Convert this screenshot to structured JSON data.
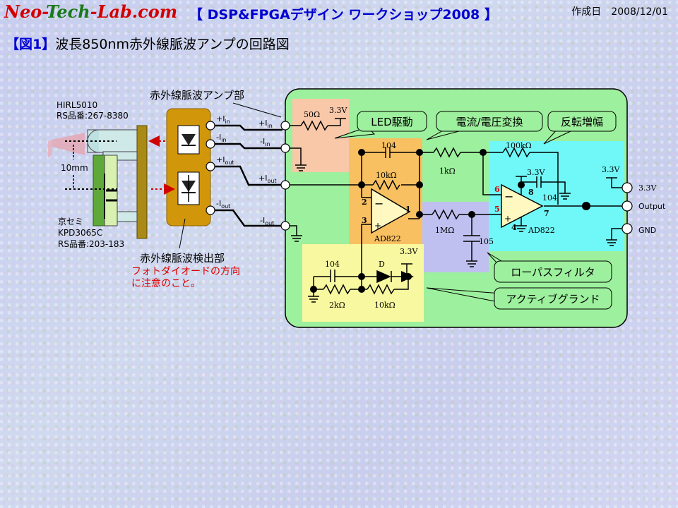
{
  "header": {
    "logo_part1": "Neo-",
    "logo_part2": "Tech",
    "logo_part3": "-Lab.com",
    "workshop": "【 DSP&FPGAデザイン ワークショップ2008 】",
    "date_label": "作成日",
    "date_value": "2008/12/01"
  },
  "figure": {
    "title_prefix": "【図1】",
    "title": "波長850nm赤外線脈波アンプの回路図"
  },
  "left": {
    "led_part": "HIRL5010",
    "led_rs": "RS品番:267-8380",
    "distance": "10mm",
    "pd_maker": "京セミ",
    "pd_part": "KPD3065C",
    "pd_rs": "RS品番:203-183",
    "amp_label": "赤外線脈波アンプ部",
    "detector_label": "赤外線脈波検出部",
    "note_line1": "フォトダイオードの方向",
    "note_line2": "に注意のこと。"
  },
  "pins": {
    "iin_plus": "+I",
    "iin_minus": "-I",
    "iout_plus": "+I",
    "iout_minus": "-I",
    "sub_in": "in",
    "sub_out": "out"
  },
  "callouts": {
    "led": "LED駆動",
    "iv": "電流/電圧変換",
    "inv": "反転増幅",
    "lpf": "ローパスフィルタ",
    "agnd": "アクティブグランド"
  },
  "components": {
    "r50": "50Ω",
    "v33": "3.3V",
    "c104": "104",
    "r10k": "10kΩ",
    "r1k": "1kΩ",
    "r100k": "100kΩ",
    "r1m": "1MΩ",
    "c105": "105",
    "opamp": "AD822",
    "diode": "D",
    "r2k": "2kΩ"
  },
  "pin_numbers": {
    "p1": "1",
    "p2": "2",
    "p3": "3",
    "p4": "4",
    "p5": "5",
    "p6": "6",
    "p7": "7",
    "p8": "8"
  },
  "outputs": {
    "vcc": "3.3V",
    "out": "Output",
    "gnd": "GND"
  }
}
